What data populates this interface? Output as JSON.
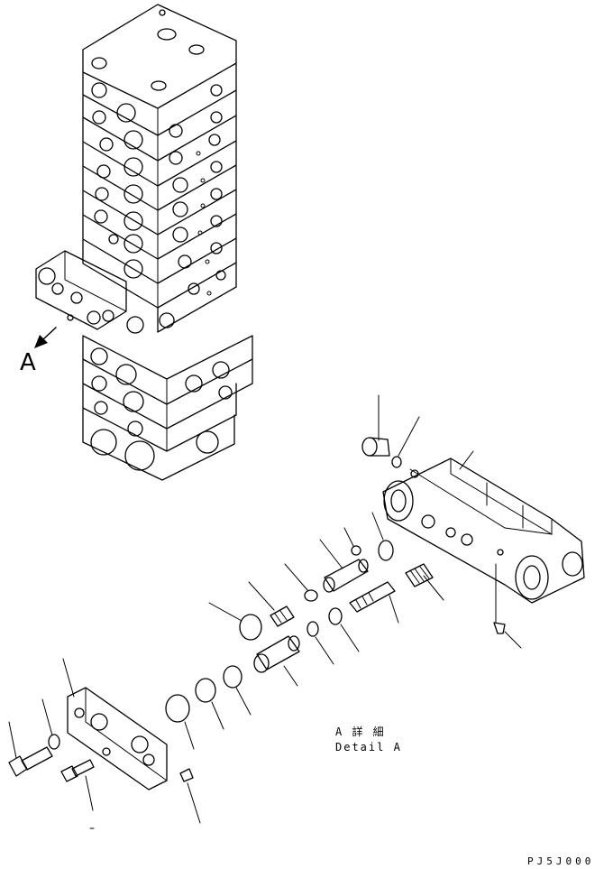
{
  "view_label": "A",
  "detail_caption_jp": "A 詳 細",
  "detail_caption_en": "Detail A",
  "figure_code": "PJ5J000"
}
